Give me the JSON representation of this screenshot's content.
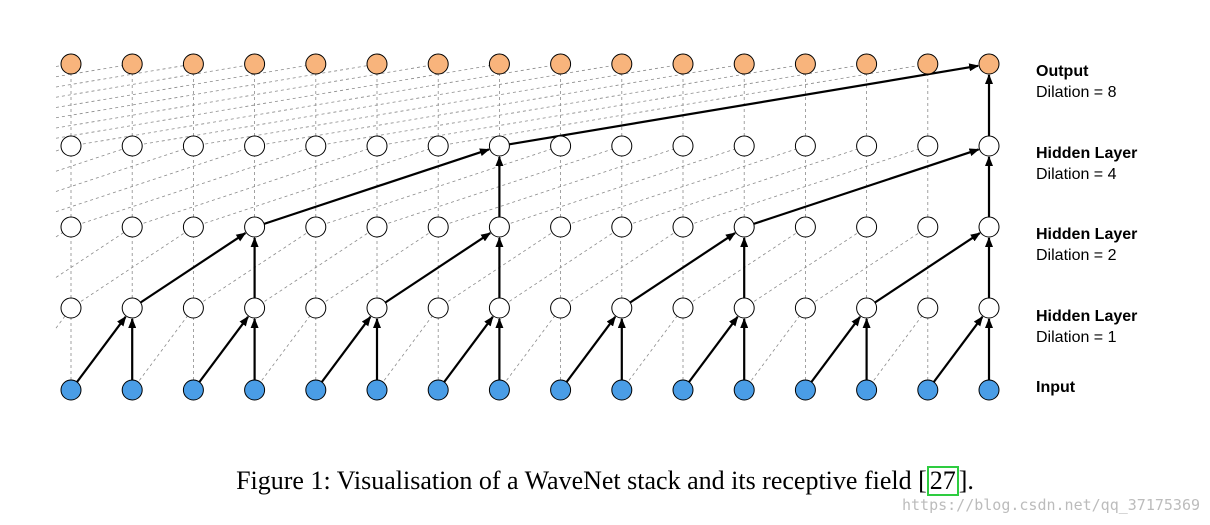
{
  "diagram": {
    "node_count": 16,
    "colors": {
      "output_fill": "#f8b47c",
      "hidden_fill": "#ffffff",
      "input_fill": "#4a9de6",
      "stroke": "#000000",
      "dashed": "#8a8a8a"
    },
    "layers": [
      {
        "id": "output",
        "title": "Output",
        "subtitle": "Dilation = 8",
        "dilation": 8,
        "type": "output"
      },
      {
        "id": "hidden3",
        "title": "Hidden Layer",
        "subtitle": "Dilation = 4",
        "dilation": 4,
        "type": "hidden"
      },
      {
        "id": "hidden2",
        "title": "Hidden Layer",
        "subtitle": "Dilation = 2",
        "dilation": 2,
        "type": "hidden"
      },
      {
        "id": "hidden1",
        "title": "Hidden Layer",
        "subtitle": "Dilation = 1",
        "dilation": 1,
        "type": "hidden"
      },
      {
        "id": "input",
        "title": "Input",
        "subtitle": "",
        "dilation": 0,
        "type": "input"
      }
    ]
  },
  "caption": {
    "prefix": "Figure 1:  Visualisation of a WaveNet stack and its receptive field ",
    "open_bracket": "[",
    "citation": "27",
    "close_bracket": "].",
    "citation_color": "#2ecc40"
  },
  "watermark": "https://blog.csdn.net/qq_37175369"
}
